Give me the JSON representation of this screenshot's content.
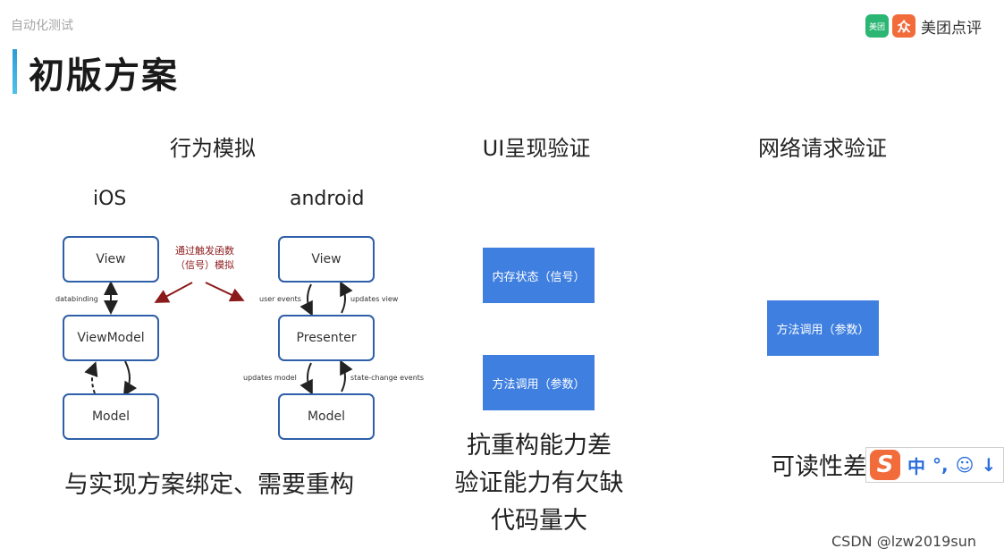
{
  "header": {
    "category": "自动化测试",
    "brand": "美团点评",
    "logo_left": "美团",
    "logo_right": "众"
  },
  "title": "初版方案",
  "columns": {
    "behavior": "行为模拟",
    "ui": "UI呈现验证",
    "network": "网络请求验证"
  },
  "diagram": {
    "ios": {
      "label": "iOS",
      "view": "View",
      "viewmodel": "ViewModel",
      "model": "Model",
      "databinding": "databinding"
    },
    "android": {
      "label": "android",
      "view": "View",
      "presenter": "Presenter",
      "model": "Model",
      "user_events": "user events",
      "updates_view": "updates view",
      "updates_model": "updates model",
      "state_change": "state-change events"
    },
    "annotation": [
      "通过触发函数",
      "（信号）模拟"
    ]
  },
  "ui_boxes": [
    "内存状态（信号）",
    "方法调用（参数）"
  ],
  "network_box": "方法调用（参数）",
  "notes": {
    "behavior": "与实现方案绑定、需要重构",
    "ui": [
      "抗重构能力差",
      "验证能力有欠缺",
      "代码量大"
    ],
    "network": "可读性差"
  },
  "ime": {
    "logo": "S",
    "mode": "中",
    "punct": "°,",
    "emoji": "☺",
    "mic": "↓"
  },
  "watermark": "CSDN @lzw2019sun",
  "colors": {
    "box_border": "#2f5fa8",
    "blue_fill": "#3f7fe0",
    "annotation": "#8b1a1a",
    "accent": "#2e9bd6"
  }
}
